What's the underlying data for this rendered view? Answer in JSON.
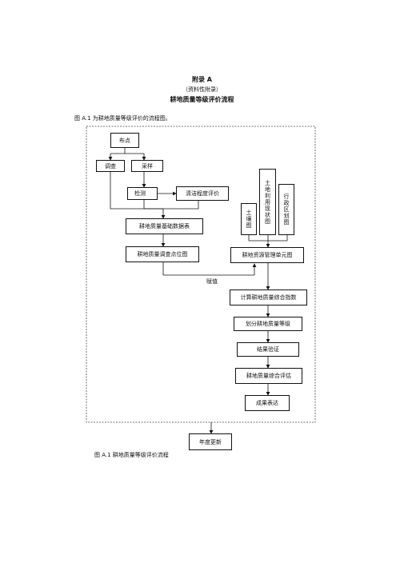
{
  "header": {
    "appendix": "附录  A",
    "appendix_type": "（资料性附录）",
    "title": "耕地质量等级评价流程",
    "intro": "图 A.1 为耕地质量等级评价的流程图。",
    "caption": "图 A.1 耕地质量等级评价流程"
  },
  "flow": {
    "n_budian": "布点",
    "n_diaocha": "调查",
    "n_caiyang": "采样",
    "n_jiance": "检测",
    "n_qingjie": "清洁程度评价",
    "n_tudiliyong": "土地利用现状图",
    "n_xingzheng": "行政区划图",
    "n_turang": "土壤图",
    "n_jichu": "耕地质量基础数据表",
    "n_dianwei": "耕地质量调查点位图",
    "n_danyuan": "耕地资源管理单元图",
    "n_fuzhi": "赋值",
    "n_zhishu": "计算耕地质量综合指数",
    "n_dengji": "划分耕地质量等级",
    "n_yanzheng": "结果验证",
    "n_pinggu": "耕地质量综合评估",
    "n_biaoda": "成果表达",
    "n_gengxin": "年度更新"
  }
}
